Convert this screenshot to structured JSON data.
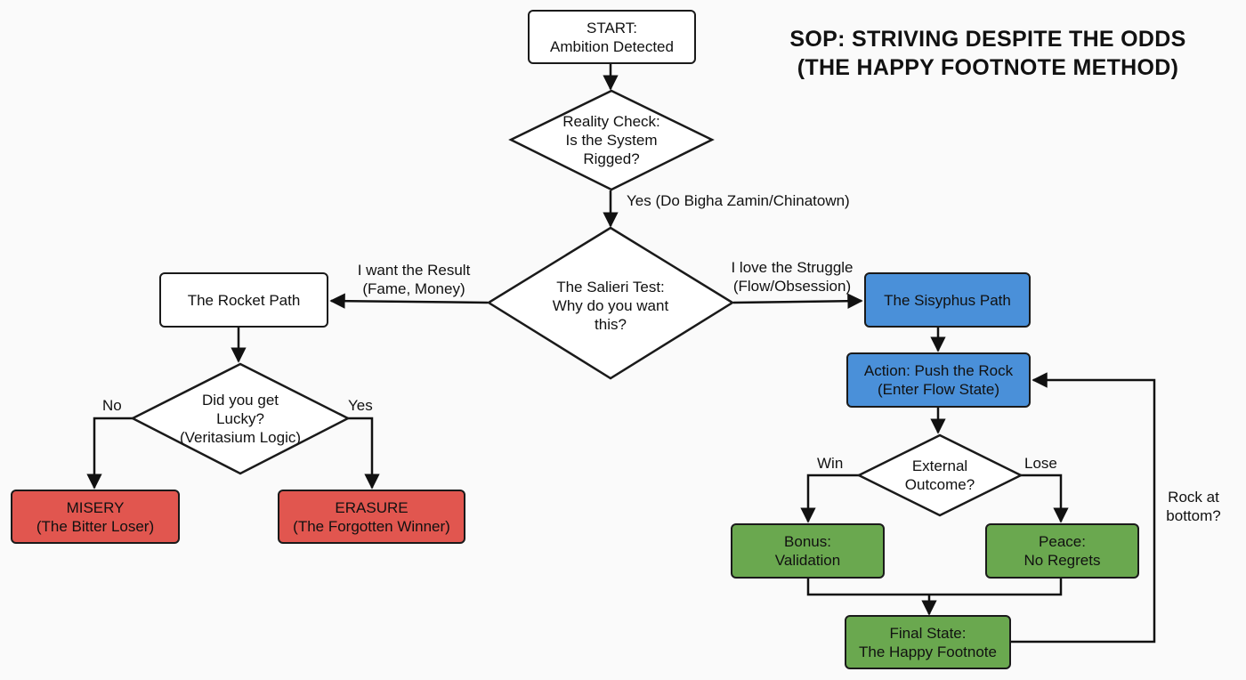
{
  "title": {
    "line1": "SOP: STRIVING DESPITE THE ODDS",
    "line2": "(THE HAPPY FOOTNOTE METHOD)"
  },
  "nodes": {
    "start": {
      "lines": [
        "START:",
        "Ambition Detected"
      ],
      "color": "#ffffff"
    },
    "reality_check": {
      "lines": [
        "Reality Check:",
        "Is the System",
        "Rigged?"
      ]
    },
    "salieri_test": {
      "lines": [
        "The Salieri Test:",
        "Why do you want",
        "this?"
      ]
    },
    "rocket_path": {
      "lines": [
        "The Rocket Path"
      ],
      "color": "#ffffff"
    },
    "lucky": {
      "lines": [
        "Did you get",
        "Lucky?",
        "(Veritasium Logic)"
      ]
    },
    "misery": {
      "lines": [
        "MISERY",
        "(The Bitter Loser)"
      ],
      "color": "#e1564f"
    },
    "erasure": {
      "lines": [
        "ERASURE",
        "(The Forgotten Winner)"
      ],
      "color": "#e1564f"
    },
    "sisyphus_path": {
      "lines": [
        "The Sisyphus Path"
      ],
      "color": "#4a90d9"
    },
    "push_rock": {
      "lines": [
        "Action: Push the Rock",
        "(Enter Flow State)"
      ],
      "color": "#4a90d9"
    },
    "external_outcome": {
      "lines": [
        "External",
        "Outcome?"
      ]
    },
    "bonus": {
      "lines": [
        "Bonus:",
        "Validation"
      ],
      "color": "#6aa84f"
    },
    "peace": {
      "lines": [
        "Peace:",
        "No Regrets"
      ],
      "color": "#6aa84f"
    },
    "final_state": {
      "lines": [
        "Final State:",
        "The Happy Footnote"
      ],
      "color": "#6aa84f"
    }
  },
  "edge_labels": {
    "yes_system": "Yes (Do Bigha Zamin/Chinatown)",
    "want_result": [
      "I want the Result",
      "(Fame, Money)"
    ],
    "love_struggle": [
      "I love the Struggle",
      "(Flow/Obsession)"
    ],
    "no": "No",
    "yes": "Yes",
    "win": "Win",
    "lose": "Lose",
    "rock_bottom": [
      "Rock at",
      "bottom?"
    ]
  }
}
